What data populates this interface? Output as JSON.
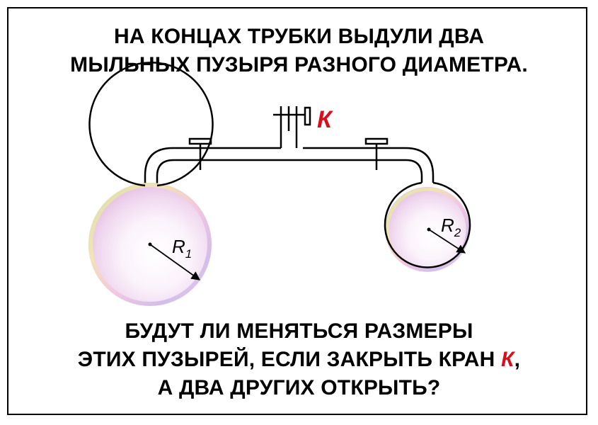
{
  "question_top": {
    "line1": "НА КОНЦАХ ТРУБКИ ВЫДУЛИ ДВА",
    "line2": "МЫЛЬНЫХ ПУЗЫРЯ РАЗНОГО ДИАМЕТРА."
  },
  "question_bottom": {
    "line1": "БУДУТ ЛИ МЕНЯТЬСЯ РАЗМЕРЫ",
    "line2_before": "ЭТИХ ПУЗЫРЕЙ, ЕСЛИ ЗАКРЫТЬ КРАН ",
    "line2_highlight": "К",
    "line2_after": ",",
    "line3": "А ДВА ДРУГИХ ОТКРЫТЬ?"
  },
  "diagram": {
    "valve_label": "К",
    "radius_left": {
      "letter": "R",
      "subscript": "1"
    },
    "radius_right": {
      "letter": "R",
      "subscript": "2"
    }
  },
  "colors": {
    "accent": "#d8101b",
    "line": "#000000"
  }
}
